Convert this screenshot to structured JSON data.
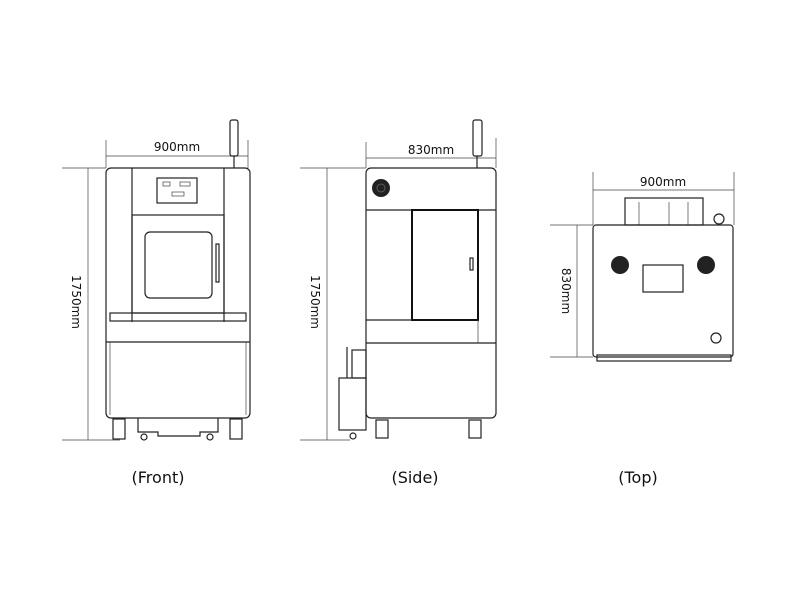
{
  "views": {
    "front": {
      "caption": "(Front)",
      "width_label": "900mm",
      "height_label": "1750mm"
    },
    "side": {
      "caption": "(Side)",
      "width_label": "830mm",
      "height_label": "1750mm"
    },
    "top": {
      "caption": "(Top)",
      "width_label": "900mm",
      "depth_label": "830mm"
    }
  },
  "colors": {
    "line": "#222222",
    "background": "#ffffff"
  }
}
